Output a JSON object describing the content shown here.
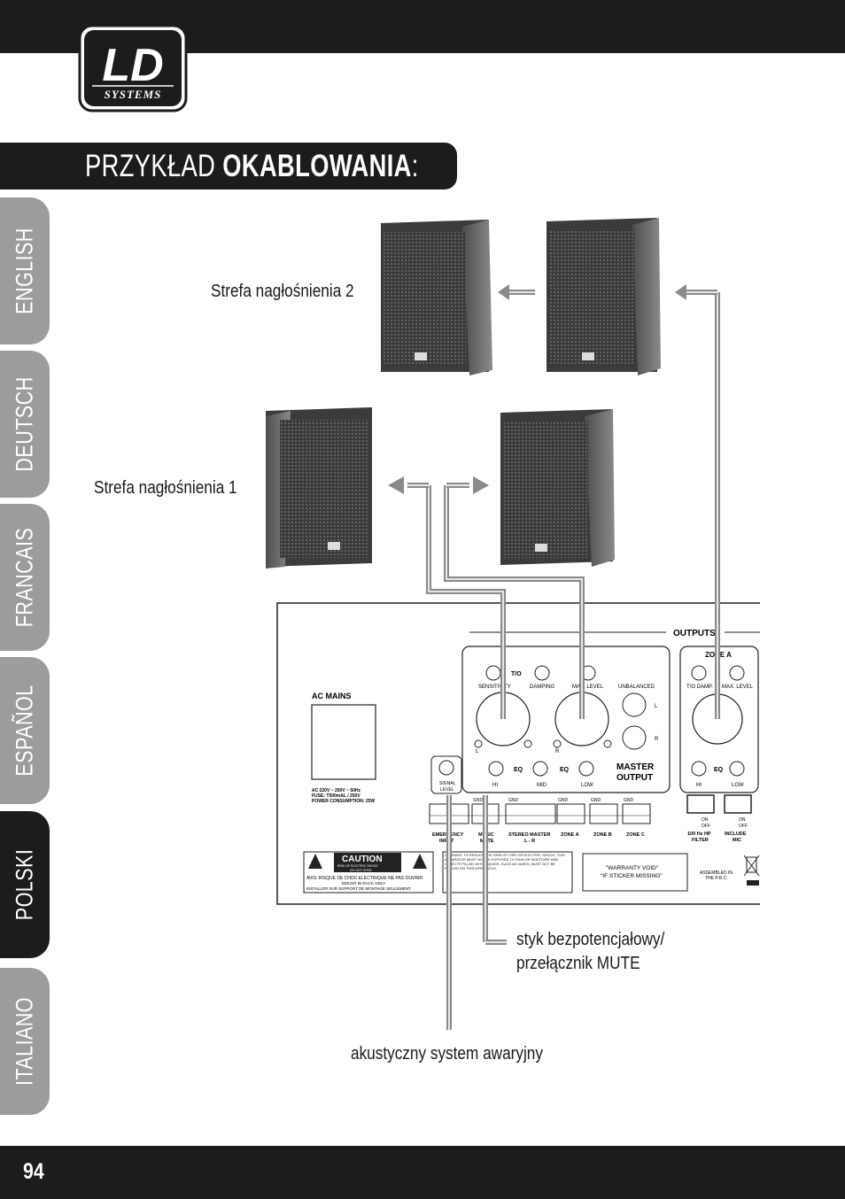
{
  "brand": {
    "logo_main": "LD",
    "logo_sub": "SYSTEMS"
  },
  "section": {
    "title_light": "PRZYKŁAD ",
    "title_bold": "OKABLOWANIA",
    "title_end": ":"
  },
  "language_tabs": [
    {
      "label": "ENGLISH",
      "active": false
    },
    {
      "label": "DEUTSCH",
      "active": false
    },
    {
      "label": "FRANCAIS",
      "active": false
    },
    {
      "label": "ESPAÑOL",
      "active": false
    },
    {
      "label": "POLSKI",
      "active": true
    },
    {
      "label": "ITALIANO",
      "active": false
    }
  ],
  "labels": {
    "zone2": "Strefa nagłośnienia 2",
    "zone1": "Strefa nagłośnienia 1",
    "contact_line1": "styk bezpotencjałowy/",
    "contact_line2": "przełącznik MUTE",
    "emergency": "akustyczny system awaryjny"
  },
  "panel": {
    "outputs": "OUTPUTS",
    "ac_mains": "AC MAINS",
    "ac_spec_1": "AC 220V ~ 250V ~ 50Hz",
    "ac_spec_2": "FUSE: T500mAL / 250V",
    "ac_spec_3": "POWER CONSUMPTION: 25W",
    "to": "T/O",
    "sensitivity": "SENSITIVITY",
    "damping": "DAMPING",
    "max_level": "MAX. LEVEL",
    "unbalanced": "UNBALANCED",
    "l": "L",
    "r": "R",
    "eq": "EQ",
    "hi": "HI",
    "mid": "MID",
    "low": "LOW",
    "master_output_1": "MASTER",
    "master_output_2": "OUTPUT",
    "zone_a": "ZONE A",
    "to_damp": "T/O DAMP.",
    "signal_level_1": "SIGNAL",
    "signal_level_2": "LEVEL",
    "emergency_input_1": "EMERGENCY",
    "emergency_input_2": "INPUT",
    "music_mute_1": "MUSIC",
    "music_mute_2": "MUTE",
    "stereo_master_1": "STEREO MASTER",
    "stereo_master_2": "L - R",
    "zone_a_term": "ZONE A",
    "zone_b_term": "ZONE B",
    "zone_c_term": "ZONE C",
    "hp_filter_1": "100 Hz HP",
    "hp_filter_2": "FILTER",
    "include_mic_1": "INCLUDE",
    "include_mic_2": "MIC",
    "on": "ON",
    "off": "OFF",
    "gnd": "GND",
    "caution": "CAUTION",
    "caution_sub_1": "RISK OF ELECTRIC SHOCK",
    "caution_sub_2": "DO NOT OPEN",
    "avis": "AVIS: RISQUE DE CHOC ELECTRIQUE NE PAS OUVRIR",
    "mount_1": "MOUNT IN RACK ONLY.",
    "mount_2": "INSTALLER SUR SUPPORT DE MONTAGE SEULEMENT.",
    "warning_text": "WARNING: TO REDUCE THE RISK OF FIRE OR ELECTRIC SHOCK, THIS APPARATUS MUST NOT BE EXPOSED TO RAIN OR MOISTURE AND OBJECTS FILLED WITH LIQUIDS, SUCH AS VASES, MUST NOT BE PLACED ON THIS APPARATUS.",
    "warranty_1": "\"WARRANTY VOID\"",
    "warranty_2": "\"IF STICKER MISSING\"",
    "assembled_1": "ASSEMBLED IN",
    "assembled_2": "THE P.R.C."
  },
  "page_number": "94"
}
